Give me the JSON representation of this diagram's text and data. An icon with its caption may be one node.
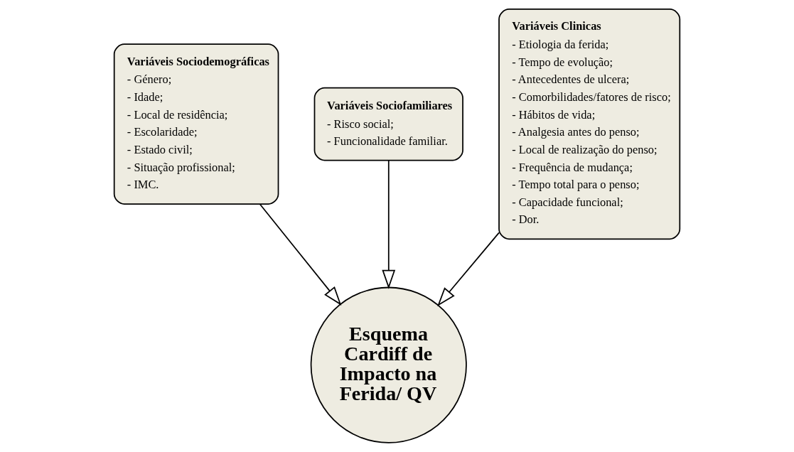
{
  "diagram": {
    "nodes": [
      {
        "text": [
          "Variáveis Sociodemográficas",
          "- Género;",
          "- Idade;",
          "- Local de residência;",
          "- Escolaridade;",
          "- Estado civil;",
          "- Situação profissional;",
          "- IMC."
        ]
      },
      {
        "text": [
          "Variáveis Sociofamiliares",
          "- Risco social;",
          "- Funcionalidade familiar."
        ]
      },
      {
        "text": [
          "Variáveis Clinicas",
          "- Etiologia da ferida;",
          "- Tempo de evolução;",
          "- Antecedentes de ulcera;",
          "- Comorbilidades/fatores de risco;",
          "- Hábitos de vida;",
          "- Analgesia antes do penso;",
          "- Local de realização do penso;",
          "- Frequência de mudança;",
          "- Tempo total para o penso;",
          "- Capacidade funcional;",
          "- Dor."
        ]
      },
      {
        "text": [
          "Esquema Cardiff de Impacto na Ferida/ QV"
        ]
      }
    ],
    "edges": [
      {
        "from": 0,
        "to": 3,
        "arrow": "to"
      },
      {
        "from": 1,
        "to": 3,
        "arrow": "to"
      },
      {
        "from": 2,
        "to": 3,
        "arrow": "to"
      }
    ]
  }
}
